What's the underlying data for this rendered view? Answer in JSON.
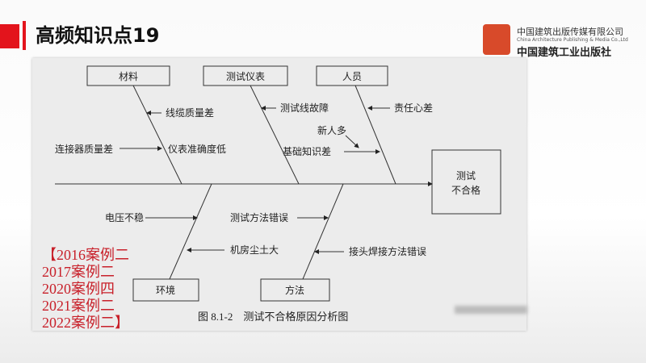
{
  "header": {
    "title": "高频知识点19"
  },
  "logo": {
    "line1": "中国建筑出版传媒有限公司",
    "line2": "China Architecture Publishing & Media Co.,Ltd",
    "line3": "中国建筑工业出版社"
  },
  "diagram": {
    "effect": [
      "测试",
      "不合格"
    ],
    "categories": {
      "material": "材料",
      "instrument": "测试仪表",
      "personnel": "人员",
      "environment": "环境",
      "method": "方法"
    },
    "causes": {
      "cable": "线缆质量差",
      "connector": "连接器质量差",
      "accuracy": "仪表准确度低",
      "line_fault": "测试线故障",
      "responsibility": "责任心差",
      "new_staff": "新人多",
      "knowledge": "基础知识差",
      "voltage": "电压不稳",
      "test_method": "测试方法错误",
      "dust": "机房尘土大",
      "welding": "接头焊接方法错误"
    },
    "caption": "图 8.1-2　测试不合格原因分析图"
  },
  "cases": [
    "【2016案例二",
    "2017案例二",
    "2020案例四",
    "2021案例二",
    "2022案例二】"
  ],
  "colors": {
    "accent": "#e3141c",
    "case_text": "#c8202a"
  }
}
